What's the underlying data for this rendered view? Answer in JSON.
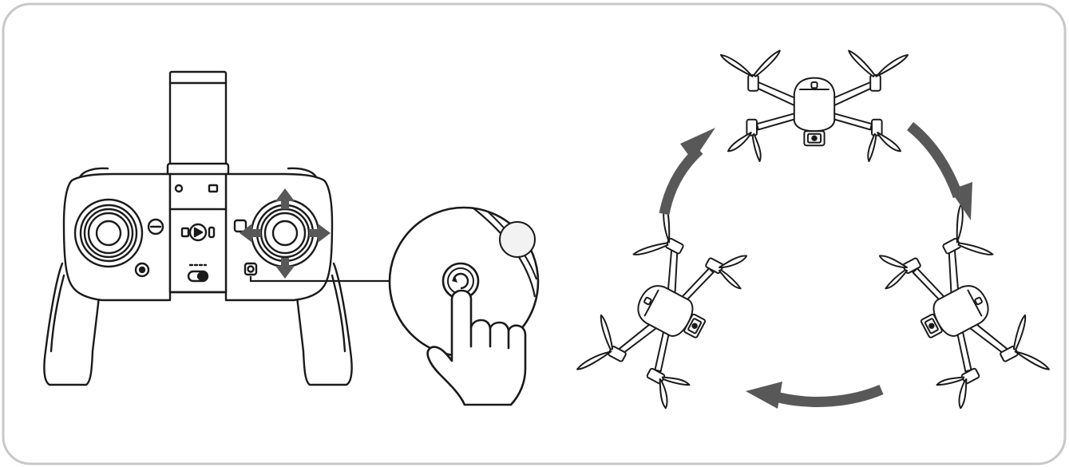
{
  "diagram": {
    "panel": {
      "border_color": "#c8c8c8",
      "background": "#ffffff"
    },
    "colors": {
      "outline": "#1a1a1a",
      "fill": "#ffffff",
      "accent": "#585858",
      "light_fill": "#f2f2f2"
    },
    "left_illustration": {
      "device": "remote-controller",
      "highlighted_control": "right-joystick-four-directions",
      "callout_icon": "rotation-button-icon",
      "gesture": "finger-pressing-button"
    },
    "right_illustration": {
      "subject": "drone",
      "drone_count": 3,
      "motion": "circular-flight",
      "arrow_count": 3,
      "direction": "clockwise"
    }
  }
}
